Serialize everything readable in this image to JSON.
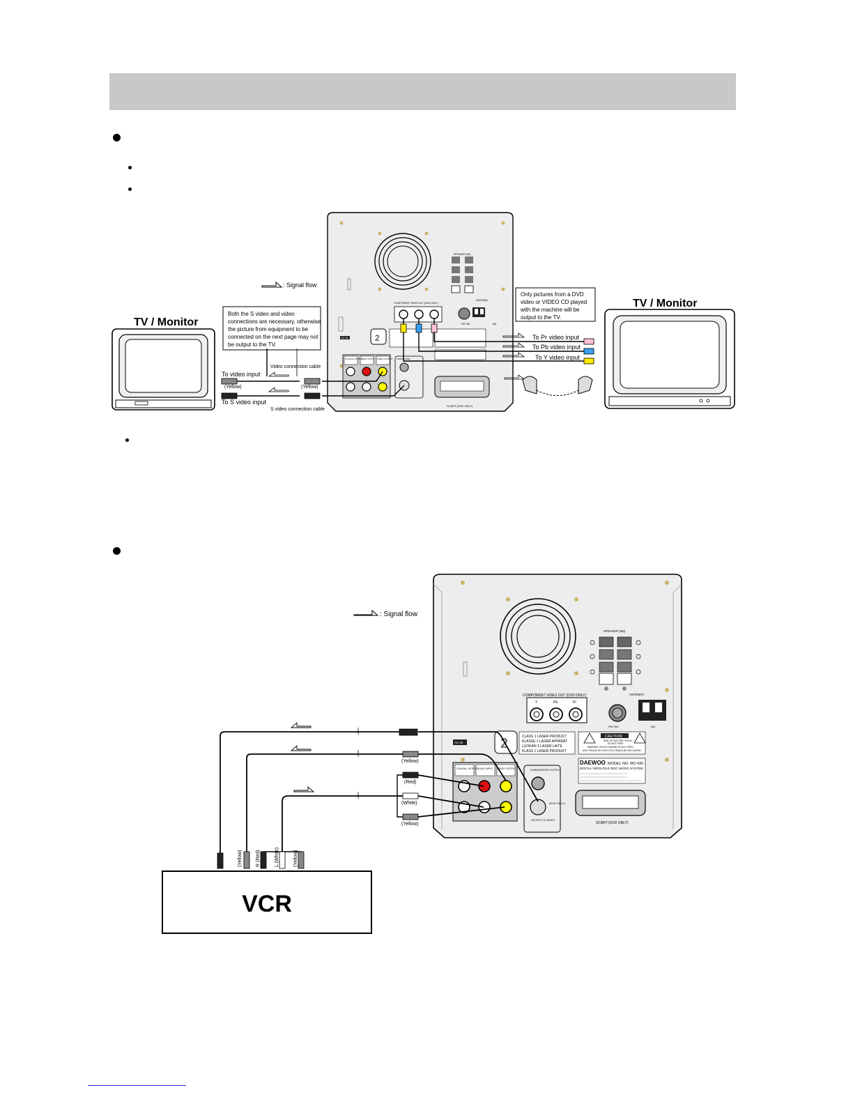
{
  "diagram1": {
    "signal_flow_legend": ": Signal flow",
    "tv_left_title": "TV / Monitor",
    "tv_right_title": "TV / Monitor",
    "note_s_video": [
      "Both the S video and video",
      "connections are necessary, otherwise",
      "the picture from equipment to be",
      "connected on the next page may not",
      "be output to the TV."
    ],
    "note_component": [
      "Only pictures from a DVD",
      "video or VIDEO CD played",
      "with the machine will be",
      "output to the TV."
    ],
    "video_cable_label": "Video connection cable",
    "to_video_input": "To video input",
    "yellow_left": "(Yellow)",
    "yellow_right": "(Yellow)",
    "to_s_video_input": "To S video input",
    "s_video_cable_label": "S video connection cable",
    "to_pr": "To Pr video input",
    "to_pb": "To Pb video input",
    "to_y": "To Y video input",
    "component_label": "COMPONENT VIDEO OUT (DVD ONLY)",
    "speaker_label": "SPEAKER (6Ω)",
    "antenna_label": "ANTENNA",
    "fm_label": "FM 75Ω",
    "am_label": "AM",
    "scart_label": "SCART (DVD ONLY)",
    "coaxial_label": "COAXIAL OUTPUT",
    "audio_input_label": "AUDIO INPUT",
    "video_output_label": "VIDEO OUTPUT",
    "subwoofer_label": "SUBWOOFER",
    "acin_label": "AC IN"
  },
  "diagram2": {
    "signal_flow_legend": ": Signal flow",
    "speaker_label": "SPEAKER (6Ω)",
    "component_label": "COMPONENT VIDEO OUT (DVD ONLY)",
    "comp_y": "Y",
    "comp_pb": "Pb",
    "comp_pr": "Pr",
    "antenna_label": "ANTENNA",
    "fm_label": "FM 75Ω",
    "am_label": "AM",
    "acin_label": "AC IN",
    "laser_lines": [
      "CLASS    1 LASER PRODUCT",
      "KLASSE   1 LASER APPARAT",
      "LUOKAN   1 LASER LAITE",
      "KLASS    1 LASER PRODUKT"
    ],
    "caution_title": "CAUTION",
    "caution_lines": [
      "RISK OF ELECTRIC SHOCK",
      "DO NOT OPEN",
      "WARNING: SHOCK HAZARD DO NOT OPEN.",
      "AVIS: RISQUE DE CHOC ELECTRIQUE-NE PAS OUVRIR."
    ],
    "brand": "DAEWOO",
    "model": "MODEL NO. RD-430",
    "system_name": "DIGITAL VERSATILE DISC MICRO SYSTEM",
    "coaxial_label": "COAXIAL OUTPUT",
    "audio_input_label": "AUDIO INPUT",
    "video_output_label": "VIDEO OUTPUT",
    "subwoofer_label": "SUBWOOFER OUTPUT",
    "svideo_label": "OUTPUT S-VIDEO",
    "dvd_only_label": "(DVD ONLY)",
    "scart_label": "SCART (DVD ONLY)",
    "yellow_top": "(Yellow)",
    "red": "(Red)",
    "white": "(White)",
    "yellow_bottom": "(Yellow)",
    "vcr_plugs": [
      "(Yellow)",
      "R (Red)",
      "L (White)",
      "(Yellow)"
    ],
    "vcr_title": "VCR"
  }
}
